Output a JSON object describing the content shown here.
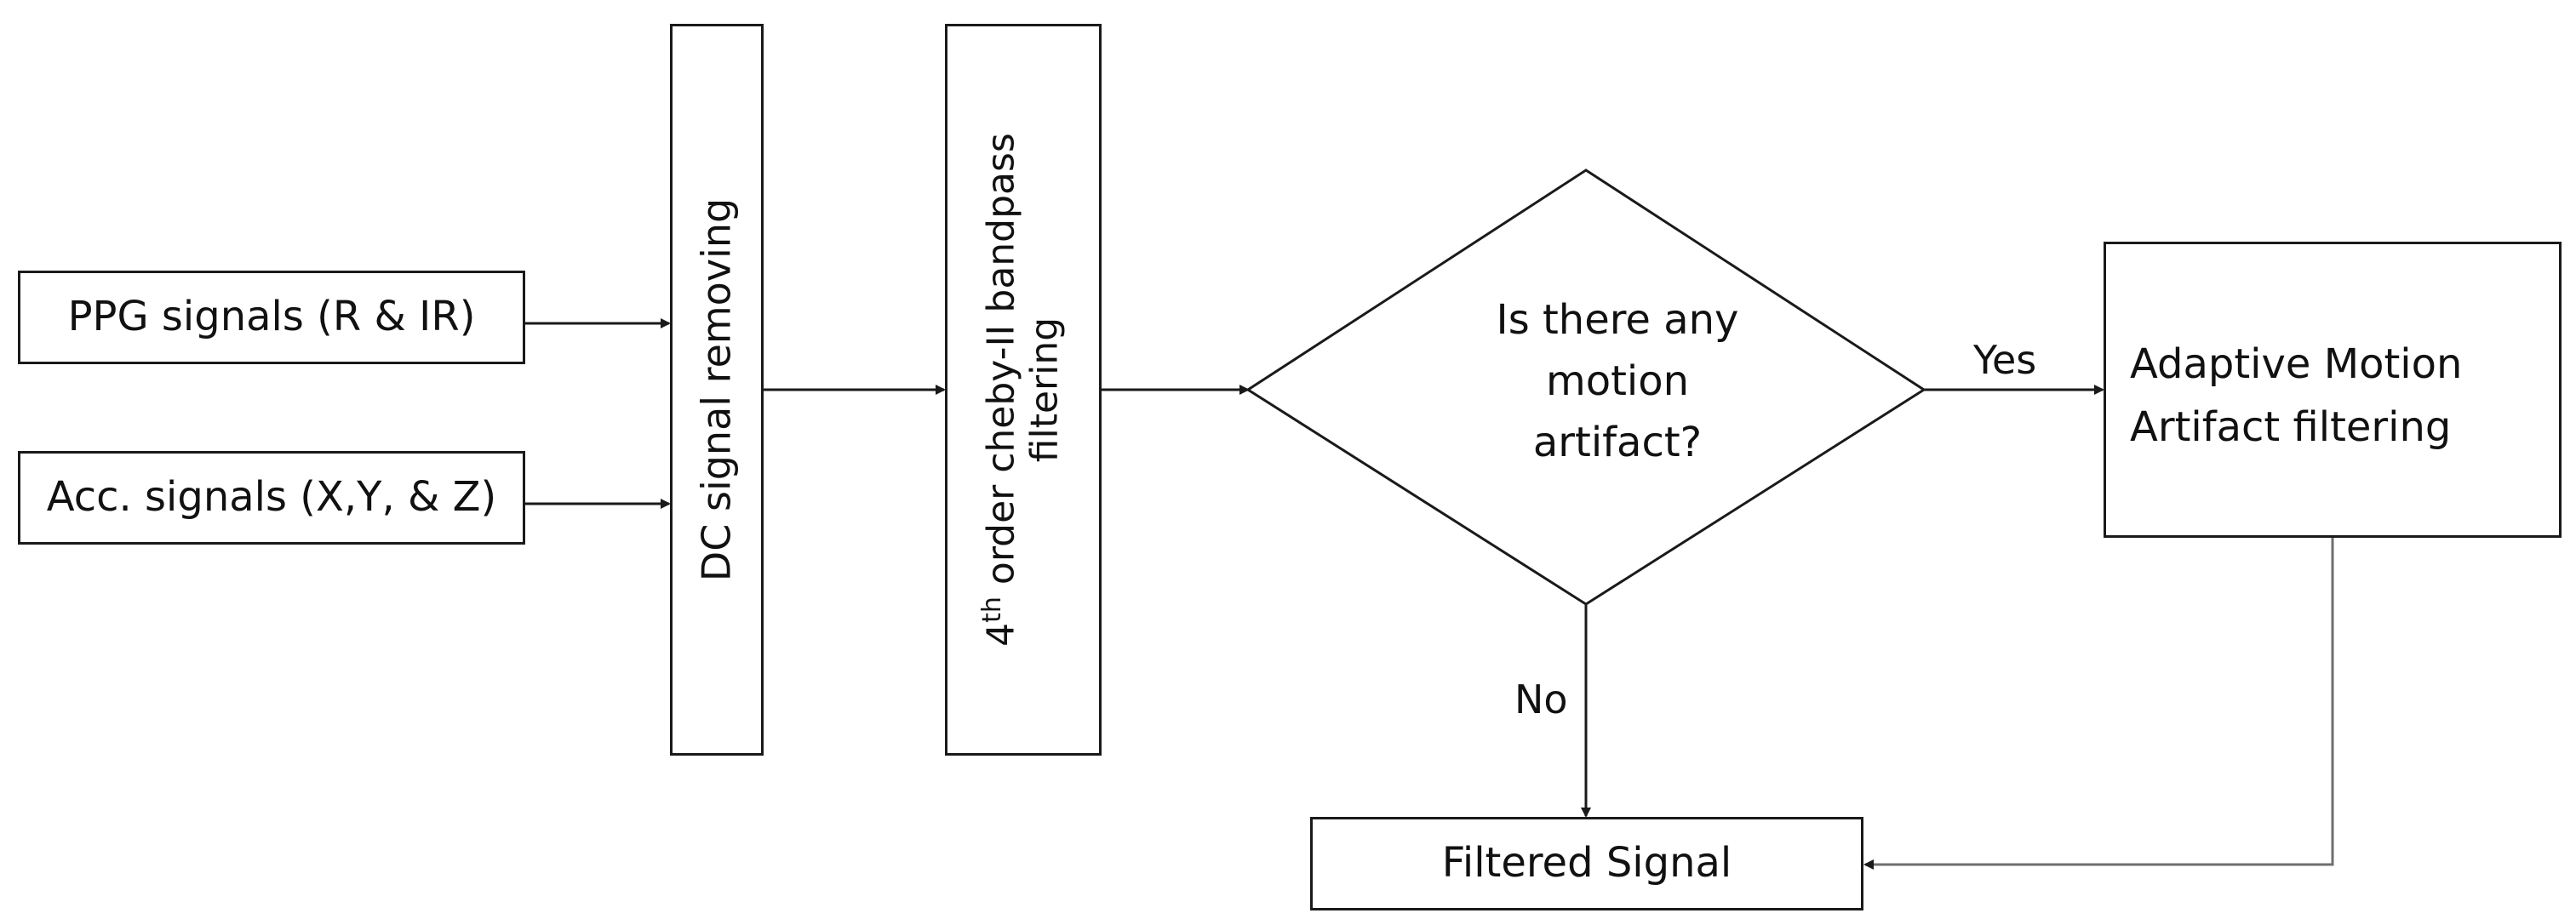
{
  "nodes": {
    "ppg": {
      "label": "PPG signals (R & IR)"
    },
    "acc": {
      "label": "Acc. signals (X,Y, & Z)"
    },
    "dc_remove": {
      "label": "DC signal removing"
    },
    "bandpass": {
      "order_number": "4",
      "order_suffix": "th",
      "line1_rest": " order cheby-II bandpass",
      "line2": "filtering"
    },
    "decision": {
      "line1": "Is there any",
      "line2": "motion",
      "line3": "artifact?"
    },
    "adaptive": {
      "line1": "Adaptive Motion",
      "line2": "Artifact filtering"
    },
    "filtered": {
      "label": "Filtered Signal"
    }
  },
  "edges": {
    "yes_label": "Yes",
    "no_label": "No"
  },
  "colors": {
    "line": "#1a1a1a",
    "return_line": "#6f6f6f",
    "background": "#ffffff"
  }
}
